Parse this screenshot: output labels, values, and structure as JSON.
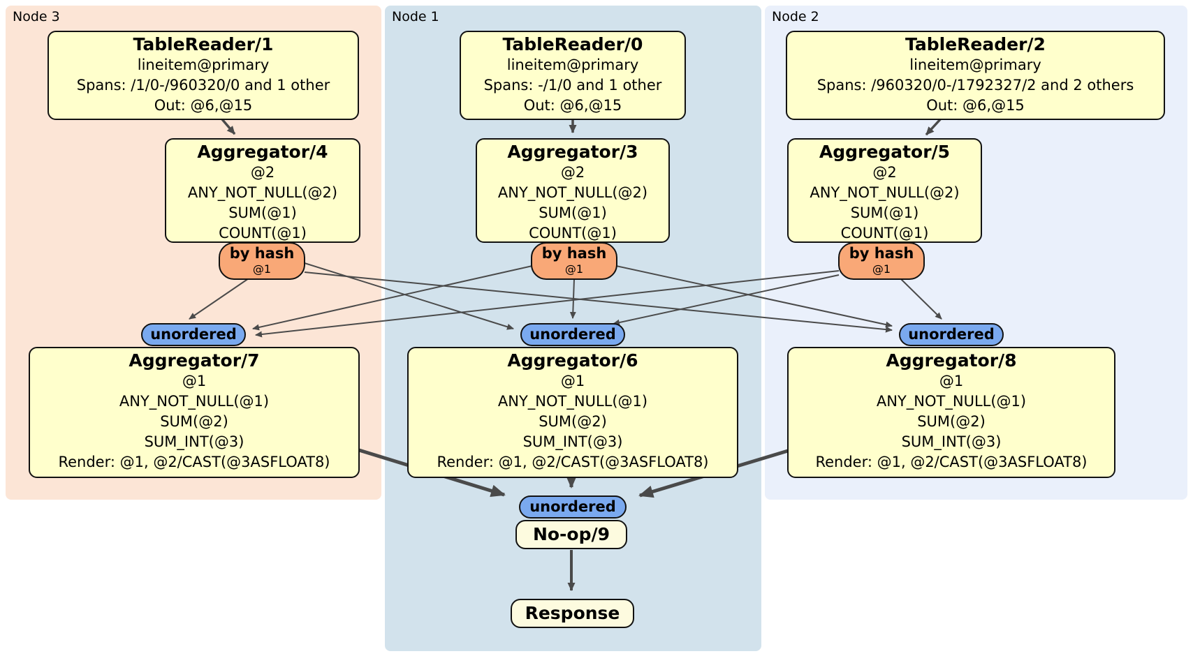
{
  "regions": {
    "node3": {
      "label": "Node 3"
    },
    "node1": {
      "label": "Node 1"
    },
    "node2": {
      "label": "Node 2"
    }
  },
  "processors": {
    "tr1": {
      "title": "TableReader/1",
      "lines": [
        "lineitem@primary",
        "Spans: /1/0-/960320/0 and 1 other",
        "Out: @6,@15"
      ]
    },
    "tr0": {
      "title": "TableReader/0",
      "lines": [
        "lineitem@primary",
        "Spans: -/1/0 and 1 other",
        "Out: @6,@15"
      ]
    },
    "tr2": {
      "title": "TableReader/2",
      "lines": [
        "lineitem@primary",
        "Spans: /960320/0-/1792327/2 and 2 others",
        "Out: @6,@15"
      ]
    },
    "agg4": {
      "title": "Aggregator/4",
      "lines": [
        "@2",
        "ANY_NOT_NULL(@2)",
        "SUM(@1)",
        "COUNT(@1)"
      ]
    },
    "agg3": {
      "title": "Aggregator/3",
      "lines": [
        "@2",
        "ANY_NOT_NULL(@2)",
        "SUM(@1)",
        "COUNT(@1)"
      ]
    },
    "agg5": {
      "title": "Aggregator/5",
      "lines": [
        "@2",
        "ANY_NOT_NULL(@2)",
        "SUM(@1)",
        "COUNT(@1)"
      ]
    },
    "agg7": {
      "title": "Aggregator/7",
      "lines": [
        "@1",
        "ANY_NOT_NULL(@1)",
        "SUM(@2)",
        "SUM_INT(@3)",
        "Render: @1, @2/CAST(@3ASFLOAT8)"
      ]
    },
    "agg6": {
      "title": "Aggregator/6",
      "lines": [
        "@1",
        "ANY_NOT_NULL(@1)",
        "SUM(@2)",
        "SUM_INT(@3)",
        "Render: @1, @2/CAST(@3ASFLOAT8)"
      ]
    },
    "agg8": {
      "title": "Aggregator/8",
      "lines": [
        "@1",
        "ANY_NOT_NULL(@1)",
        "SUM(@2)",
        "SUM_INT(@3)",
        "Render: @1, @2/CAST(@3ASFLOAT8)"
      ]
    },
    "noop": {
      "title": "No-op/9"
    },
    "response": {
      "title": "Response"
    }
  },
  "routers": {
    "node3": {
      "label": "by hash",
      "detail": "@1"
    },
    "node1": {
      "label": "by hash",
      "detail": "@1"
    },
    "node2": {
      "label": "by hash",
      "detail": "@1"
    }
  },
  "streams": {
    "sync3": {
      "label": "unordered"
    },
    "sync1": {
      "label": "unordered"
    },
    "sync2": {
      "label": "unordered"
    },
    "final": {
      "label": "unordered"
    }
  },
  "colors": {
    "node3_bg": "#fce5d6",
    "node1_bg": "#d2e2ec",
    "node2_bg": "#eaf0fb",
    "processor_bg": "#ffffcc",
    "result_bg": "#fdfbdf",
    "router_bg": "#f9a877",
    "stream_bg": "#7aa9ef",
    "edge": "#4a4a4a"
  }
}
